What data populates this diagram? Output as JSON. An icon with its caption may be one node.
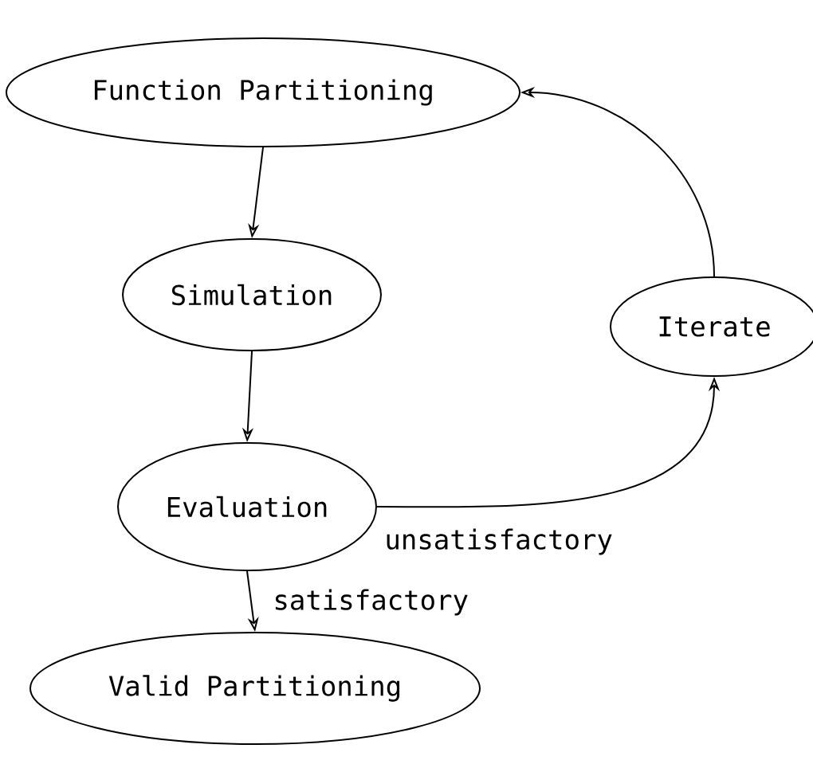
{
  "diagram": {
    "nodes": [
      {
        "text": [
          "Function Partitioning"
        ]
      },
      {
        "text": [
          "Simulation"
        ]
      },
      {
        "text": [
          "Iterate"
        ]
      },
      {
        "text": [
          "Evaluation"
        ]
      },
      {
        "text": [
          "Valid Partitioning"
        ]
      }
    ],
    "edges": [
      {
        "from": 0,
        "to": 1,
        "arrow": "to"
      },
      {
        "from": 1,
        "to": 3,
        "arrow": "to"
      },
      {
        "from": 3,
        "to": 4,
        "arrow": "to",
        "label": "satisfactory"
      },
      {
        "from": 3,
        "to": 2,
        "arrow": "to",
        "label": "unsatisfactory"
      },
      {
        "from": 2,
        "to": 0,
        "arrow": "to"
      }
    ]
  }
}
